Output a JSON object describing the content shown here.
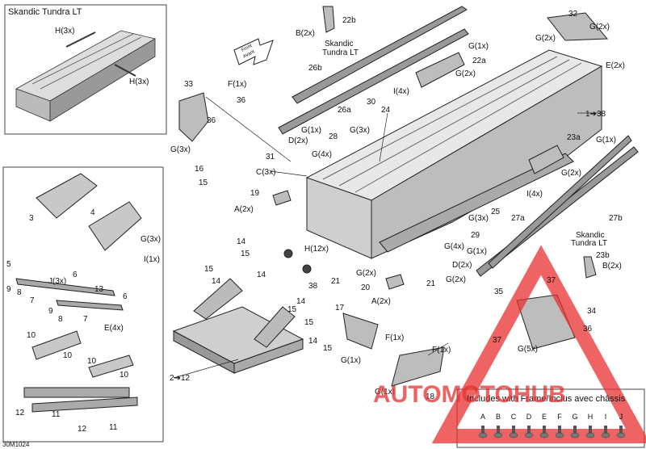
{
  "inset": {
    "title": "Skandic Tundra LT",
    "labels": [
      "H(3x)",
      "H(3x)"
    ]
  },
  "front_arrow": {
    "line1": "Front",
    "line2": "Avant"
  },
  "callouts": [
    {
      "id": "c22b",
      "text": "22b"
    },
    {
      "id": "cB2x_top",
      "text": "B(2x)"
    },
    {
      "id": "cSkandic1",
      "text": "Skandic"
    },
    {
      "id": "cTundra1",
      "text": "Tundra LT"
    },
    {
      "id": "cG1x_a",
      "text": "G(1x)"
    },
    {
      "id": "c26b",
      "text": "26b"
    },
    {
      "id": "c32",
      "text": "32"
    },
    {
      "id": "cG2x_a",
      "text": "G(2x)"
    },
    {
      "id": "cG2x_b",
      "text": "G(2x)"
    },
    {
      "id": "cE2x",
      "text": "E(2x)"
    },
    {
      "id": "c22a",
      "text": "22a"
    },
    {
      "id": "cG2x_c",
      "text": "G(2x)"
    },
    {
      "id": "c33",
      "text": "33"
    },
    {
      "id": "cF1x_a",
      "text": "F(1x)"
    },
    {
      "id": "c36a",
      "text": "36"
    },
    {
      "id": "c36b",
      "text": "36"
    },
    {
      "id": "cG3x_a",
      "text": "G(3x)"
    },
    {
      "id": "cI4x_a",
      "text": "I(4x)"
    },
    {
      "id": "c30",
      "text": "30"
    },
    {
      "id": "c24",
      "text": "24"
    },
    {
      "id": "c26a",
      "text": "26a"
    },
    {
      "id": "c1to38",
      "text": "1➔38"
    },
    {
      "id": "cG1x_b",
      "text": "G(1x)"
    },
    {
      "id": "cG3x_b",
      "text": "G(3x)"
    },
    {
      "id": "cD2x_a",
      "text": "D(2x)"
    },
    {
      "id": "c28",
      "text": "28"
    },
    {
      "id": "cG4x_a",
      "text": "G(4x)"
    },
    {
      "id": "c23a",
      "text": "23a"
    },
    {
      "id": "cG1x_c",
      "text": "G(1x)"
    },
    {
      "id": "c31",
      "text": "31"
    },
    {
      "id": "cC3x",
      "text": "C(3x)"
    },
    {
      "id": "cG2x_d",
      "text": "G(2x)"
    },
    {
      "id": "c16",
      "text": "16"
    },
    {
      "id": "c15a",
      "text": "15"
    },
    {
      "id": "cI4x_b",
      "text": "I(4x)"
    },
    {
      "id": "c19",
      "text": "19"
    },
    {
      "id": "cA2x_a",
      "text": "A(2x)"
    },
    {
      "id": "c25",
      "text": "25"
    },
    {
      "id": "cG3x_c",
      "text": "G(3x)"
    },
    {
      "id": "c27a",
      "text": "27a"
    },
    {
      "id": "c27b",
      "text": "27b"
    },
    {
      "id": "c29",
      "text": "29"
    },
    {
      "id": "cSkandic2",
      "text": "Skandic"
    },
    {
      "id": "cTundra2",
      "text": "Tundra LT"
    },
    {
      "id": "cG4x_b",
      "text": "G(4x)"
    },
    {
      "id": "cH12x",
      "text": "H(12x)"
    },
    {
      "id": "cG1x_d",
      "text": "G(1x)"
    },
    {
      "id": "c23b",
      "text": "23b"
    },
    {
      "id": "cB2x_b",
      "text": "B(2x)"
    },
    {
      "id": "cD2x_b",
      "text": "D(2x)"
    },
    {
      "id": "cG2x_e",
      "text": "G(2x)"
    },
    {
      "id": "cG2x_f",
      "text": "G(2x)"
    },
    {
      "id": "c21a",
      "text": "21"
    },
    {
      "id": "c21b",
      "text": "21"
    },
    {
      "id": "c38",
      "text": "38"
    },
    {
      "id": "c20",
      "text": "20"
    },
    {
      "id": "c35",
      "text": "35"
    },
    {
      "id": "c37a",
      "text": "37"
    },
    {
      "id": "cA2x_b",
      "text": "A(2x)"
    },
    {
      "id": "c17",
      "text": "17"
    },
    {
      "id": "c34",
      "text": "34"
    },
    {
      "id": "c36c",
      "text": "36"
    },
    {
      "id": "c37b",
      "text": "37"
    },
    {
      "id": "cG5x",
      "text": "G(5x)"
    },
    {
      "id": "cF1x_b",
      "text": "F(1x)"
    },
    {
      "id": "cG1x_e",
      "text": "G(1x)"
    },
    {
      "id": "cF1x_c",
      "text": "F(1x)"
    },
    {
      "id": "cG1x_f",
      "text": "G(1x)"
    },
    {
      "id": "c18",
      "text": "18"
    },
    {
      "id": "c14a",
      "text": "14"
    },
    {
      "id": "c15b",
      "text": "15"
    },
    {
      "id": "c15c",
      "text": "15"
    },
    {
      "id": "c14b",
      "text": "14"
    },
    {
      "id": "c14c",
      "text": "14"
    },
    {
      "id": "c15d",
      "text": "15"
    },
    {
      "id": "c14d",
      "text": "14"
    },
    {
      "id": "c15e",
      "text": "15"
    },
    {
      "id": "c14e",
      "text": "14"
    },
    {
      "id": "c15f",
      "text": "15"
    },
    {
      "id": "c2to12",
      "text": "2➔12"
    },
    {
      "id": "c3",
      "text": "3"
    },
    {
      "id": "c4",
      "text": "4"
    },
    {
      "id": "cG3x_d",
      "text": "G(3x)"
    },
    {
      "id": "cI1x",
      "text": "I(1x)"
    },
    {
      "id": "c5",
      "text": "5"
    },
    {
      "id": "c9a",
      "text": "9"
    },
    {
      "id": "c8a",
      "text": "8"
    },
    {
      "id": "c7a",
      "text": "7"
    },
    {
      "id": "cJ3x",
      "text": "J(3x)"
    },
    {
      "id": "c6a",
      "text": "6"
    },
    {
      "id": "c13",
      "text": "13"
    },
    {
      "id": "c6b",
      "text": "6"
    },
    {
      "id": "c9b",
      "text": "9"
    },
    {
      "id": "c8b",
      "text": "8"
    },
    {
      "id": "c7b",
      "text": "7"
    },
    {
      "id": "cE4x",
      "text": "E(4x)"
    },
    {
      "id": "c10a",
      "text": "10"
    },
    {
      "id": "c10b",
      "text": "10"
    },
    {
      "id": "c10c",
      "text": "10"
    },
    {
      "id": "c10d",
      "text": "10"
    },
    {
      "id": "c12a",
      "text": "12"
    },
    {
      "id": "c11a",
      "text": "11"
    },
    {
      "id": "c12b",
      "text": "12"
    },
    {
      "id": "c11b",
      "text": "11"
    }
  ],
  "legend": {
    "title": "Includes with Frame/Inclus avec châssis",
    "items": [
      "A",
      "B",
      "C",
      "D",
      "E",
      "F",
      "G",
      "H",
      "I",
      "J"
    ]
  },
  "watermark": {
    "brand": "AUTOMOTOHUB",
    "color": "#e83030"
  },
  "figure_code": "30M1024"
}
